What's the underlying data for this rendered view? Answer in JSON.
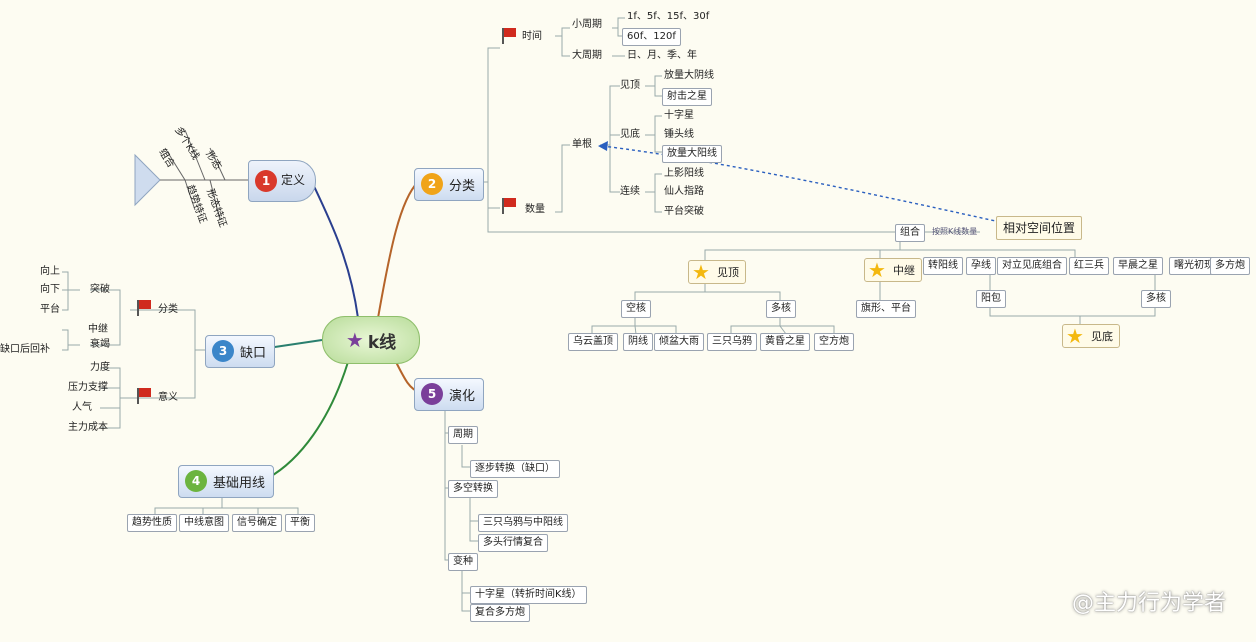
{
  "center": {
    "label": "k线",
    "icon": "purple-star-icon"
  },
  "definition": {
    "badge": "1",
    "label": "定义",
    "bones": [
      "多个K线",
      "组合",
      "形态",
      "趋势特征",
      "形态特征"
    ]
  },
  "classification": {
    "badge": "2",
    "label": "分类",
    "time": {
      "label": "时间",
      "short_label": "小周期",
      "short_items": [
        "1f、5f、15f、30f",
        "60f、120f"
      ],
      "long_label": "大周期",
      "long_items": [
        "日、月、季、年"
      ]
    },
    "count": {
      "label": "数量",
      "single_label": "单根",
      "sub_top": {
        "label": "见顶",
        "items": [
          "放量大阴线",
          "射击之星"
        ]
      },
      "sub_bottom": {
        "label": "见底",
        "items": [
          "十字星",
          "锤头线",
          "放量大阳线"
        ]
      },
      "sub_cont": {
        "label": "连续",
        "items": [
          "上影阳线",
          "仙人指路",
          "平台突破"
        ]
      },
      "combo_label": "组合",
      "relation_note": "按照K线数量",
      "relative_label": "相对空间位置"
    },
    "top_reversal": {
      "label": "见顶",
      "bear_label": "空核",
      "bear_items": [
        "乌云盖顶",
        "阴线",
        "倾盆大雨"
      ],
      "bull_label": "多核",
      "bull_items": [
        "三只乌鸦",
        "黄昏之星",
        "空方炮"
      ]
    },
    "middle": {
      "label": "中继",
      "items": [
        "旗形、平台"
      ]
    },
    "bottom_reversal": {
      "label": "见底",
      "group_a": [
        "转阳线",
        "孕线",
        "对立见底组合"
      ],
      "group_b": [
        "红三兵",
        "早晨之星",
        "曙光初现",
        "多方炮"
      ],
      "sub_left": "阳包",
      "sub_right": "多核"
    }
  },
  "gap": {
    "badge": "3",
    "label": "缺口",
    "type_label": "分类",
    "meaning_label": "意义",
    "edge_group": {
      "label": "突破",
      "items": [
        "向上",
        "向下",
        "平台"
      ]
    },
    "mid_group": {
      "label": "衰竭",
      "items": [
        "中继",
        "缺口后回补"
      ]
    },
    "meaning_items": [
      "力度",
      "压力支撑",
      "人气",
      "主力成本"
    ]
  },
  "evolution": {
    "badge": "5",
    "label": "演化",
    "cycle_label": "周期",
    "cycle_items": [
      "逐步转换（缺口）"
    ],
    "bull_bear_label": "多空转换",
    "bull_bear_items": [
      "三只乌鸦与中阳线",
      "多头行情复合"
    ],
    "variant_label": "变种",
    "variant_items": [
      "十字星（转折时间K线）",
      "复合多方炮"
    ]
  },
  "basic_ma": {
    "badge": "4",
    "label": "基础用线",
    "items": [
      "趋势性质",
      "中线意图",
      "信号确定",
      "平衡"
    ]
  },
  "watermark": "@主力行为学者",
  "colors": {
    "badge1": "#d9392b",
    "badge2": "#f0a419",
    "badge3": "#3b86c9",
    "badge4": "#6cb43f",
    "badge5": "#7a3f9a"
  }
}
